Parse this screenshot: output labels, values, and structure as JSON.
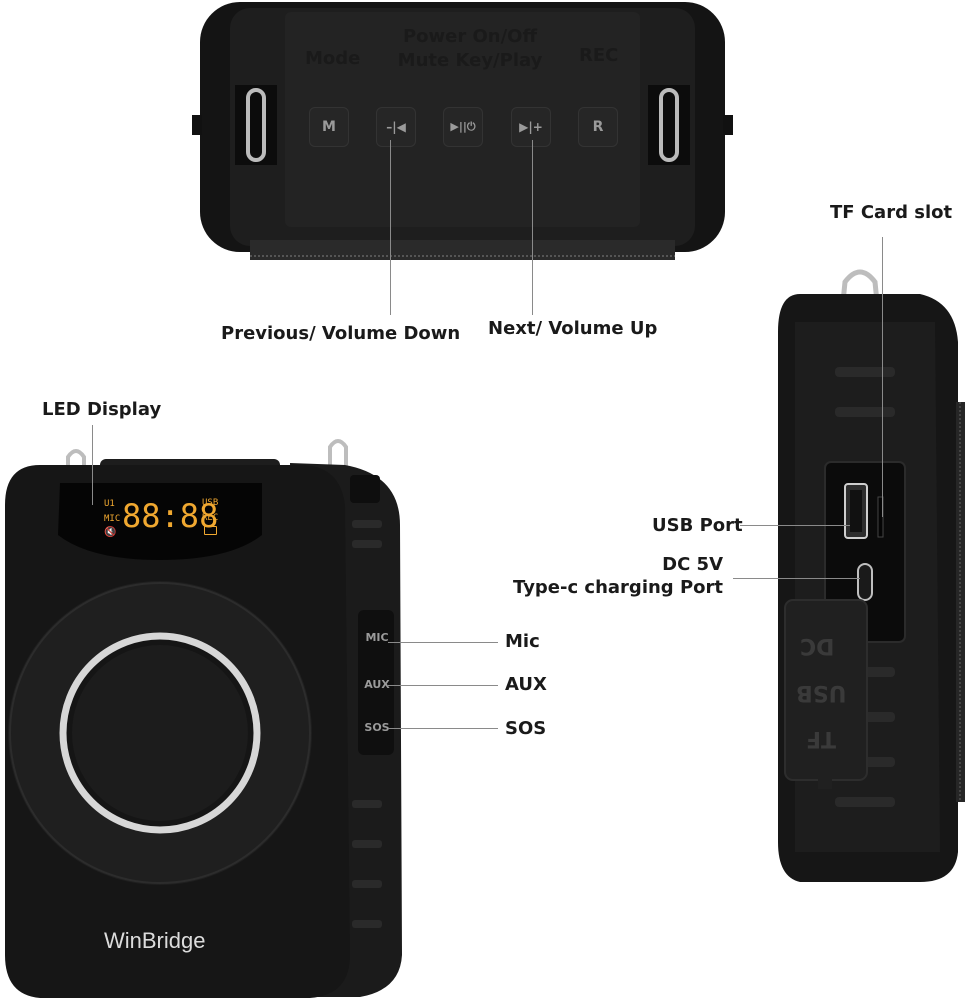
{
  "top_labels": {
    "mode": "Mode",
    "power_line1": "Power On/Off",
    "power_line2": "Mute Key/Play",
    "rec": "REC",
    "previous": "Previous/ Volume Down",
    "next": "Next/ Volume Up"
  },
  "top_buttons": {
    "mode": "M",
    "previous": "–|◀",
    "play": "▶||⏻",
    "next": "▶|+",
    "rec": "R"
  },
  "front_labels": {
    "led_display": "LED Display",
    "mic": "Mic",
    "aux": "AUX",
    "sos": "SOS"
  },
  "front_panel": {
    "digits": "88:88",
    "u1": "U1",
    "mic": "MIC",
    "usb": "USB",
    "rec": "REC",
    "brand": "WinBridge",
    "side_mic": "MIC",
    "side_aux": "AUX",
    "side_sos": "SOS"
  },
  "side_labels": {
    "tf_card": "TF Card slot",
    "usb_port": "USB Port",
    "dc_line1": "DC 5V",
    "dc_line2": "Type-c charging Port"
  },
  "side_cover_text": [
    "DC",
    "USB",
    "TF"
  ],
  "colors": {
    "device_body": "#1a1a1a",
    "led_amber": "#f0a830",
    "leader_line": "#8a8a8a"
  }
}
